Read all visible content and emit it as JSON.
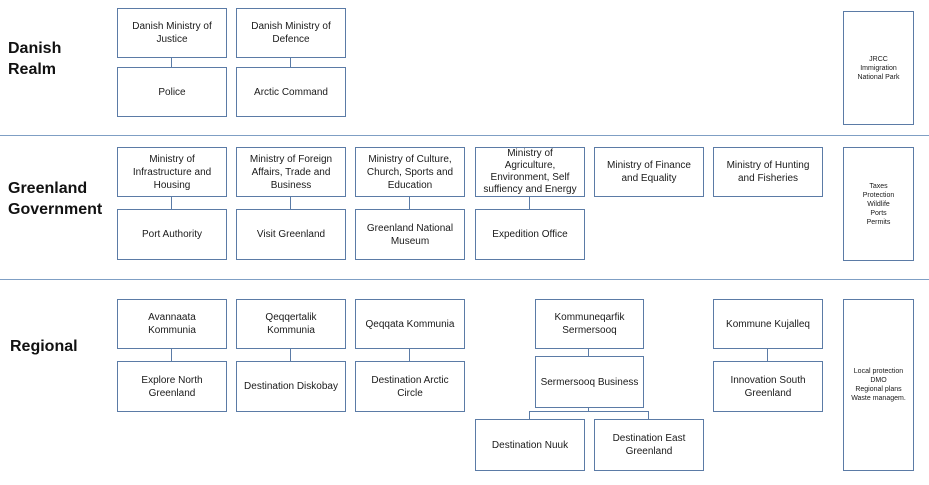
{
  "levels": {
    "danish": "Danish\nRealm",
    "greenland": "Greenland\nGovernment",
    "regional": "Regional"
  },
  "danish": {
    "justice": "Danish Ministry of\nJustice",
    "police": "Police",
    "defence": "Danish Ministry of\nDefence",
    "arctic_command": "Arctic Command",
    "side": "JRCC\nImmigration\nNational Park"
  },
  "greenland": {
    "infrastructure": "Ministry of\nInfrastructure and\nHousing",
    "port_authority": "Port Authority",
    "foreign": "Ministry of Foreign\nAffairs, Trade and\nBusiness",
    "visit_greenland": "Visit Greenland",
    "culture": "Ministry of Culture,\nChurch, Sports and\nEducation",
    "museum": "Greenland National\nMuseum",
    "agriculture": "Ministry of\nAgriculture,\nEnvironment, Self\nsuffiency and Energy",
    "expedition": "Expedition Office",
    "finance": "Ministry of Finance\nand Equality",
    "hunting": "Ministry of Hunting\nand Fisheries",
    "side": "Taxes\nProtection\nWildlife\nPorts\nPermits"
  },
  "regional": {
    "avannaata": "Avannaata\nKommunia",
    "explore_north": "Explore North\nGreenland",
    "qeqqertalik": "Qeqqertalik\nKommunia",
    "diskobay": "Destination Diskobay",
    "qeqqata": "Qeqqata Kommunia",
    "arctic_circle": "Destination Arctic\nCircle",
    "sermersooq": "Kommuneqarfik\nSermersooq",
    "sermersooq_business": "Sermersooq Business",
    "nuuk": "Destination Nuuk",
    "east_greenland": "Destination East\nGreenland",
    "kujalleq": "Kommune Kujalleq",
    "innovation_south": "Innovation South\nGreenland",
    "side": "Local protection\nDMO\nRegional plans\nWaste managem."
  }
}
